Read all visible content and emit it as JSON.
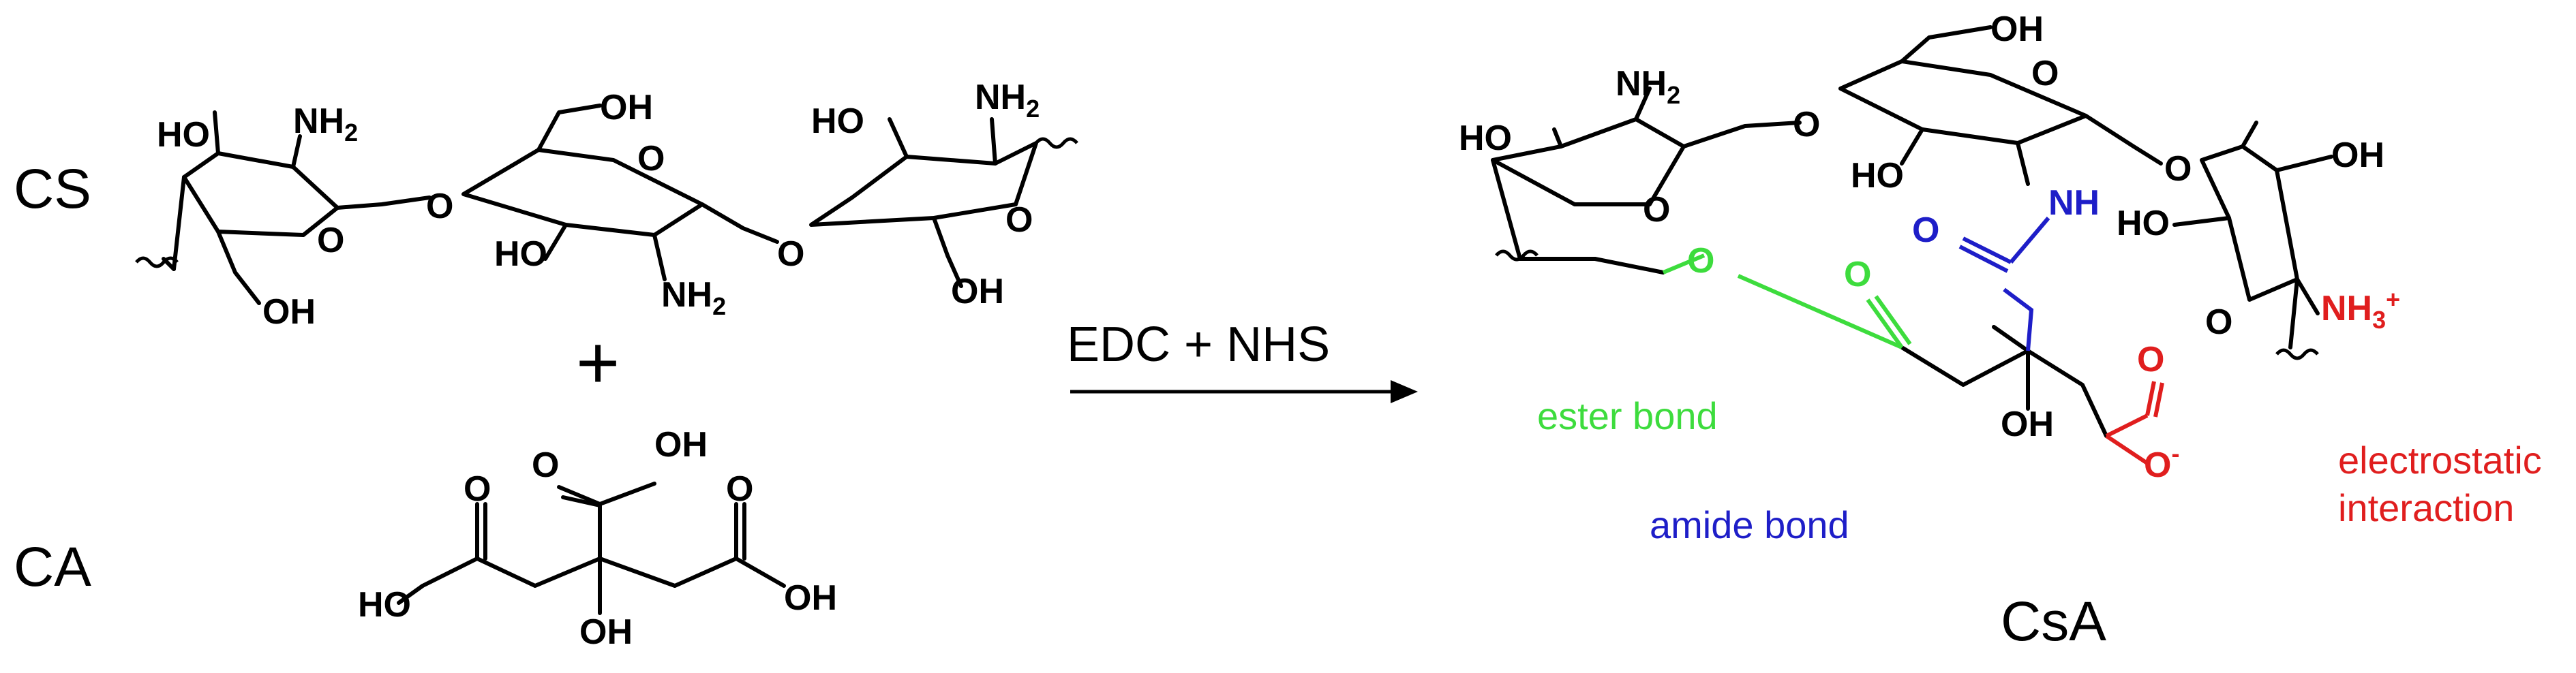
{
  "labels": {
    "cs": "CS",
    "ca": "CA",
    "csa": "CsA",
    "plus": "+",
    "reagents": "EDC + NHS"
  },
  "atoms": {
    "ho": "HO",
    "oh": "OH",
    "o": "O",
    "nh2": "NH",
    "nh2_sub": "2",
    "nh": "NH",
    "nh3": "NH",
    "nh3_sub": "3",
    "nh3_sup": "+",
    "o_minus_sup": "-"
  },
  "annotations": {
    "ester": "ester bond",
    "amide": "amide bond",
    "electrostatic_line1": "electrostatic",
    "electrostatic_line2": "interaction"
  },
  "colors": {
    "ester": "#3ddc3d",
    "amide": "#1e1ec8",
    "electrostatic": "#e01e1e",
    "ink": "#000000"
  }
}
